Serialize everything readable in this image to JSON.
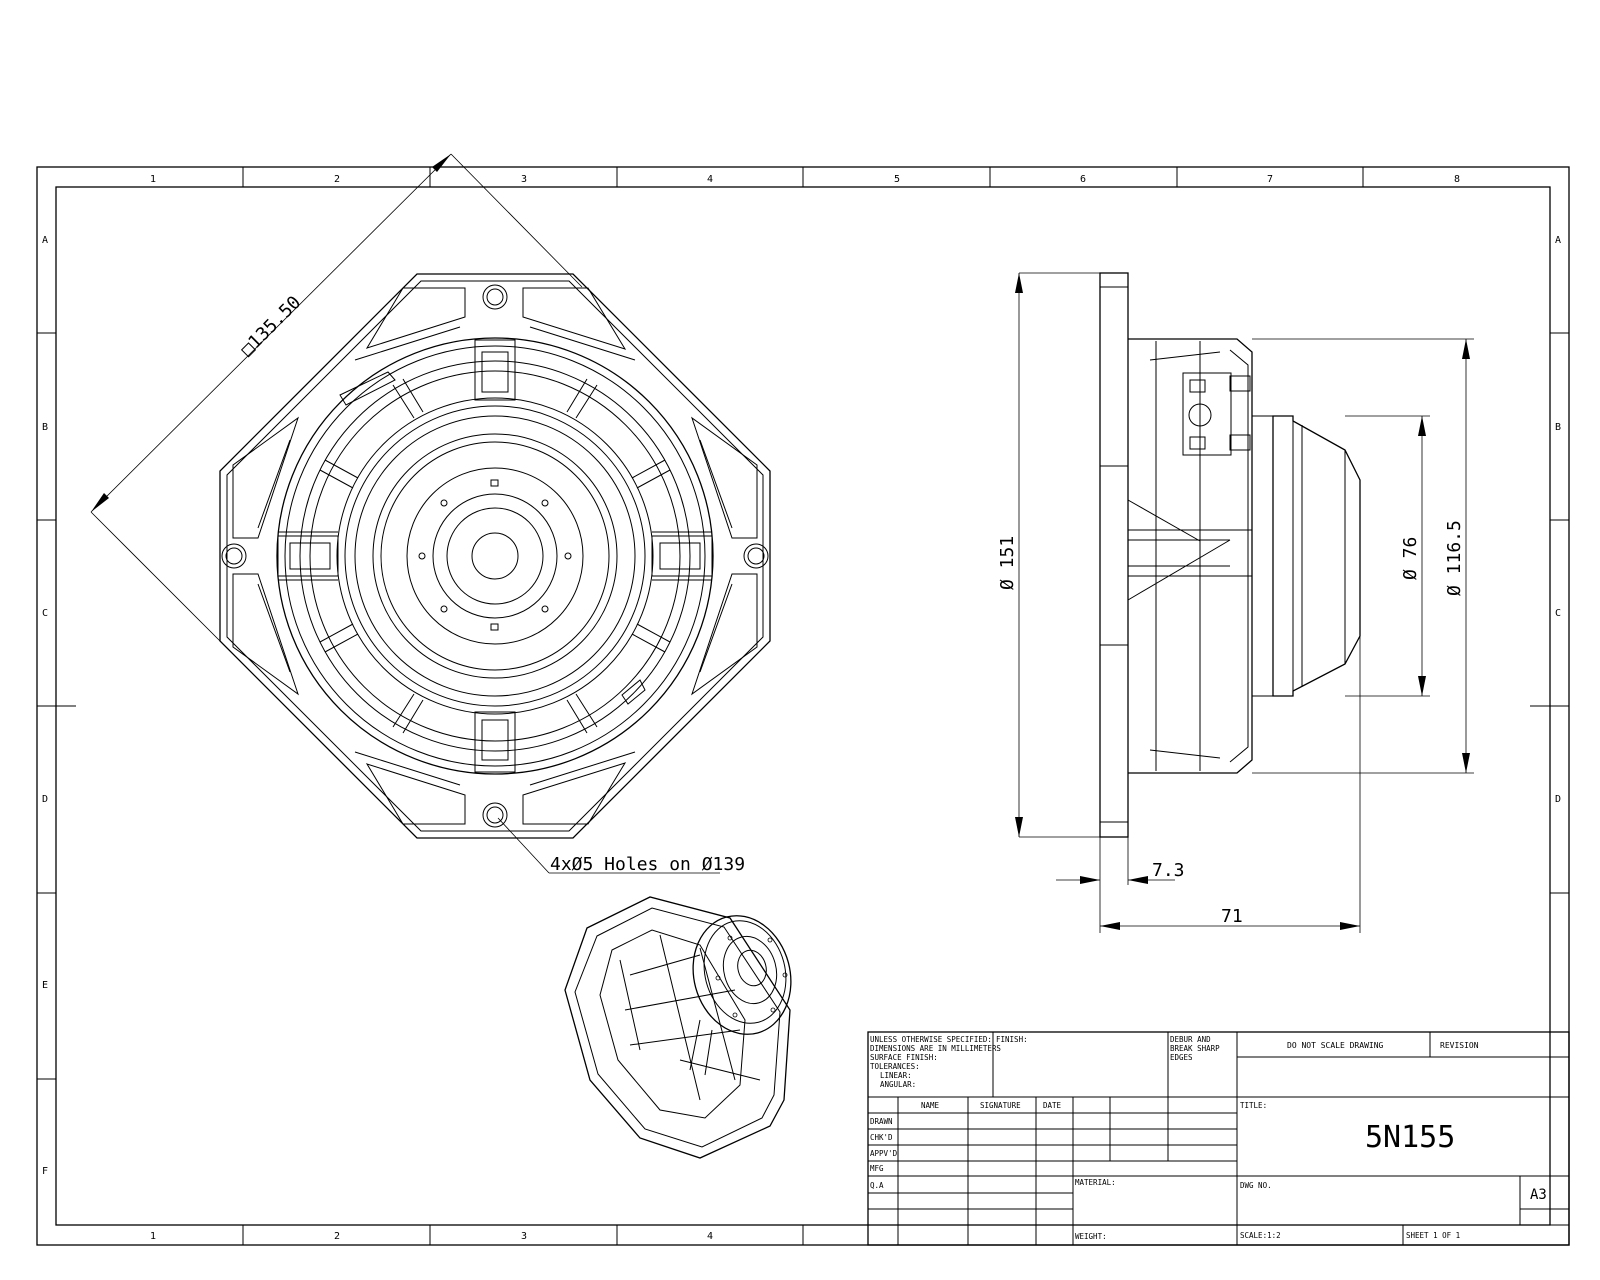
{
  "zones": {
    "columns": [
      "1",
      "2",
      "3",
      "4",
      "5",
      "6",
      "7",
      "8"
    ],
    "rows": [
      "A",
      "B",
      "C",
      "D",
      "E",
      "F"
    ]
  },
  "dimensions": {
    "square": "□135.50",
    "holes": "4xØ5 Holes on Ø139",
    "dia_151": "Ø 151",
    "dia_76": "Ø 76",
    "dia_116": "Ø 116.5",
    "depth_73": "7.3",
    "depth_71": "71"
  },
  "title_block": {
    "notes": [
      "UNLESS OTHERWISE SPECIFIED:",
      "DIMENSIONS ARE IN MILLIMETERS",
      "SURFACE FINISH:",
      "TOLERANCES:",
      "LINEAR:",
      "ANGULAR:"
    ],
    "finish": "FINISH:",
    "deburr": [
      "DEBUR AND",
      "BREAK SHARP",
      "EDGES"
    ],
    "do_not_scale": "DO NOT SCALE DRAWING",
    "revision": "REVISION",
    "headers": [
      "NAME",
      "SIGNATURE",
      "DATE"
    ],
    "roles": [
      "DRAWN",
      "CHK'D",
      "APPV'D",
      "MFG",
      "Q.A"
    ],
    "material": "MATERIAL:",
    "weight": "WEIGHT:",
    "title_label": "TITLE:",
    "title": "5N155",
    "dwg_no": "DWG NO.",
    "size": "A3",
    "scale": "SCALE:1:2",
    "sheet": "SHEET 1 OF 1"
  }
}
